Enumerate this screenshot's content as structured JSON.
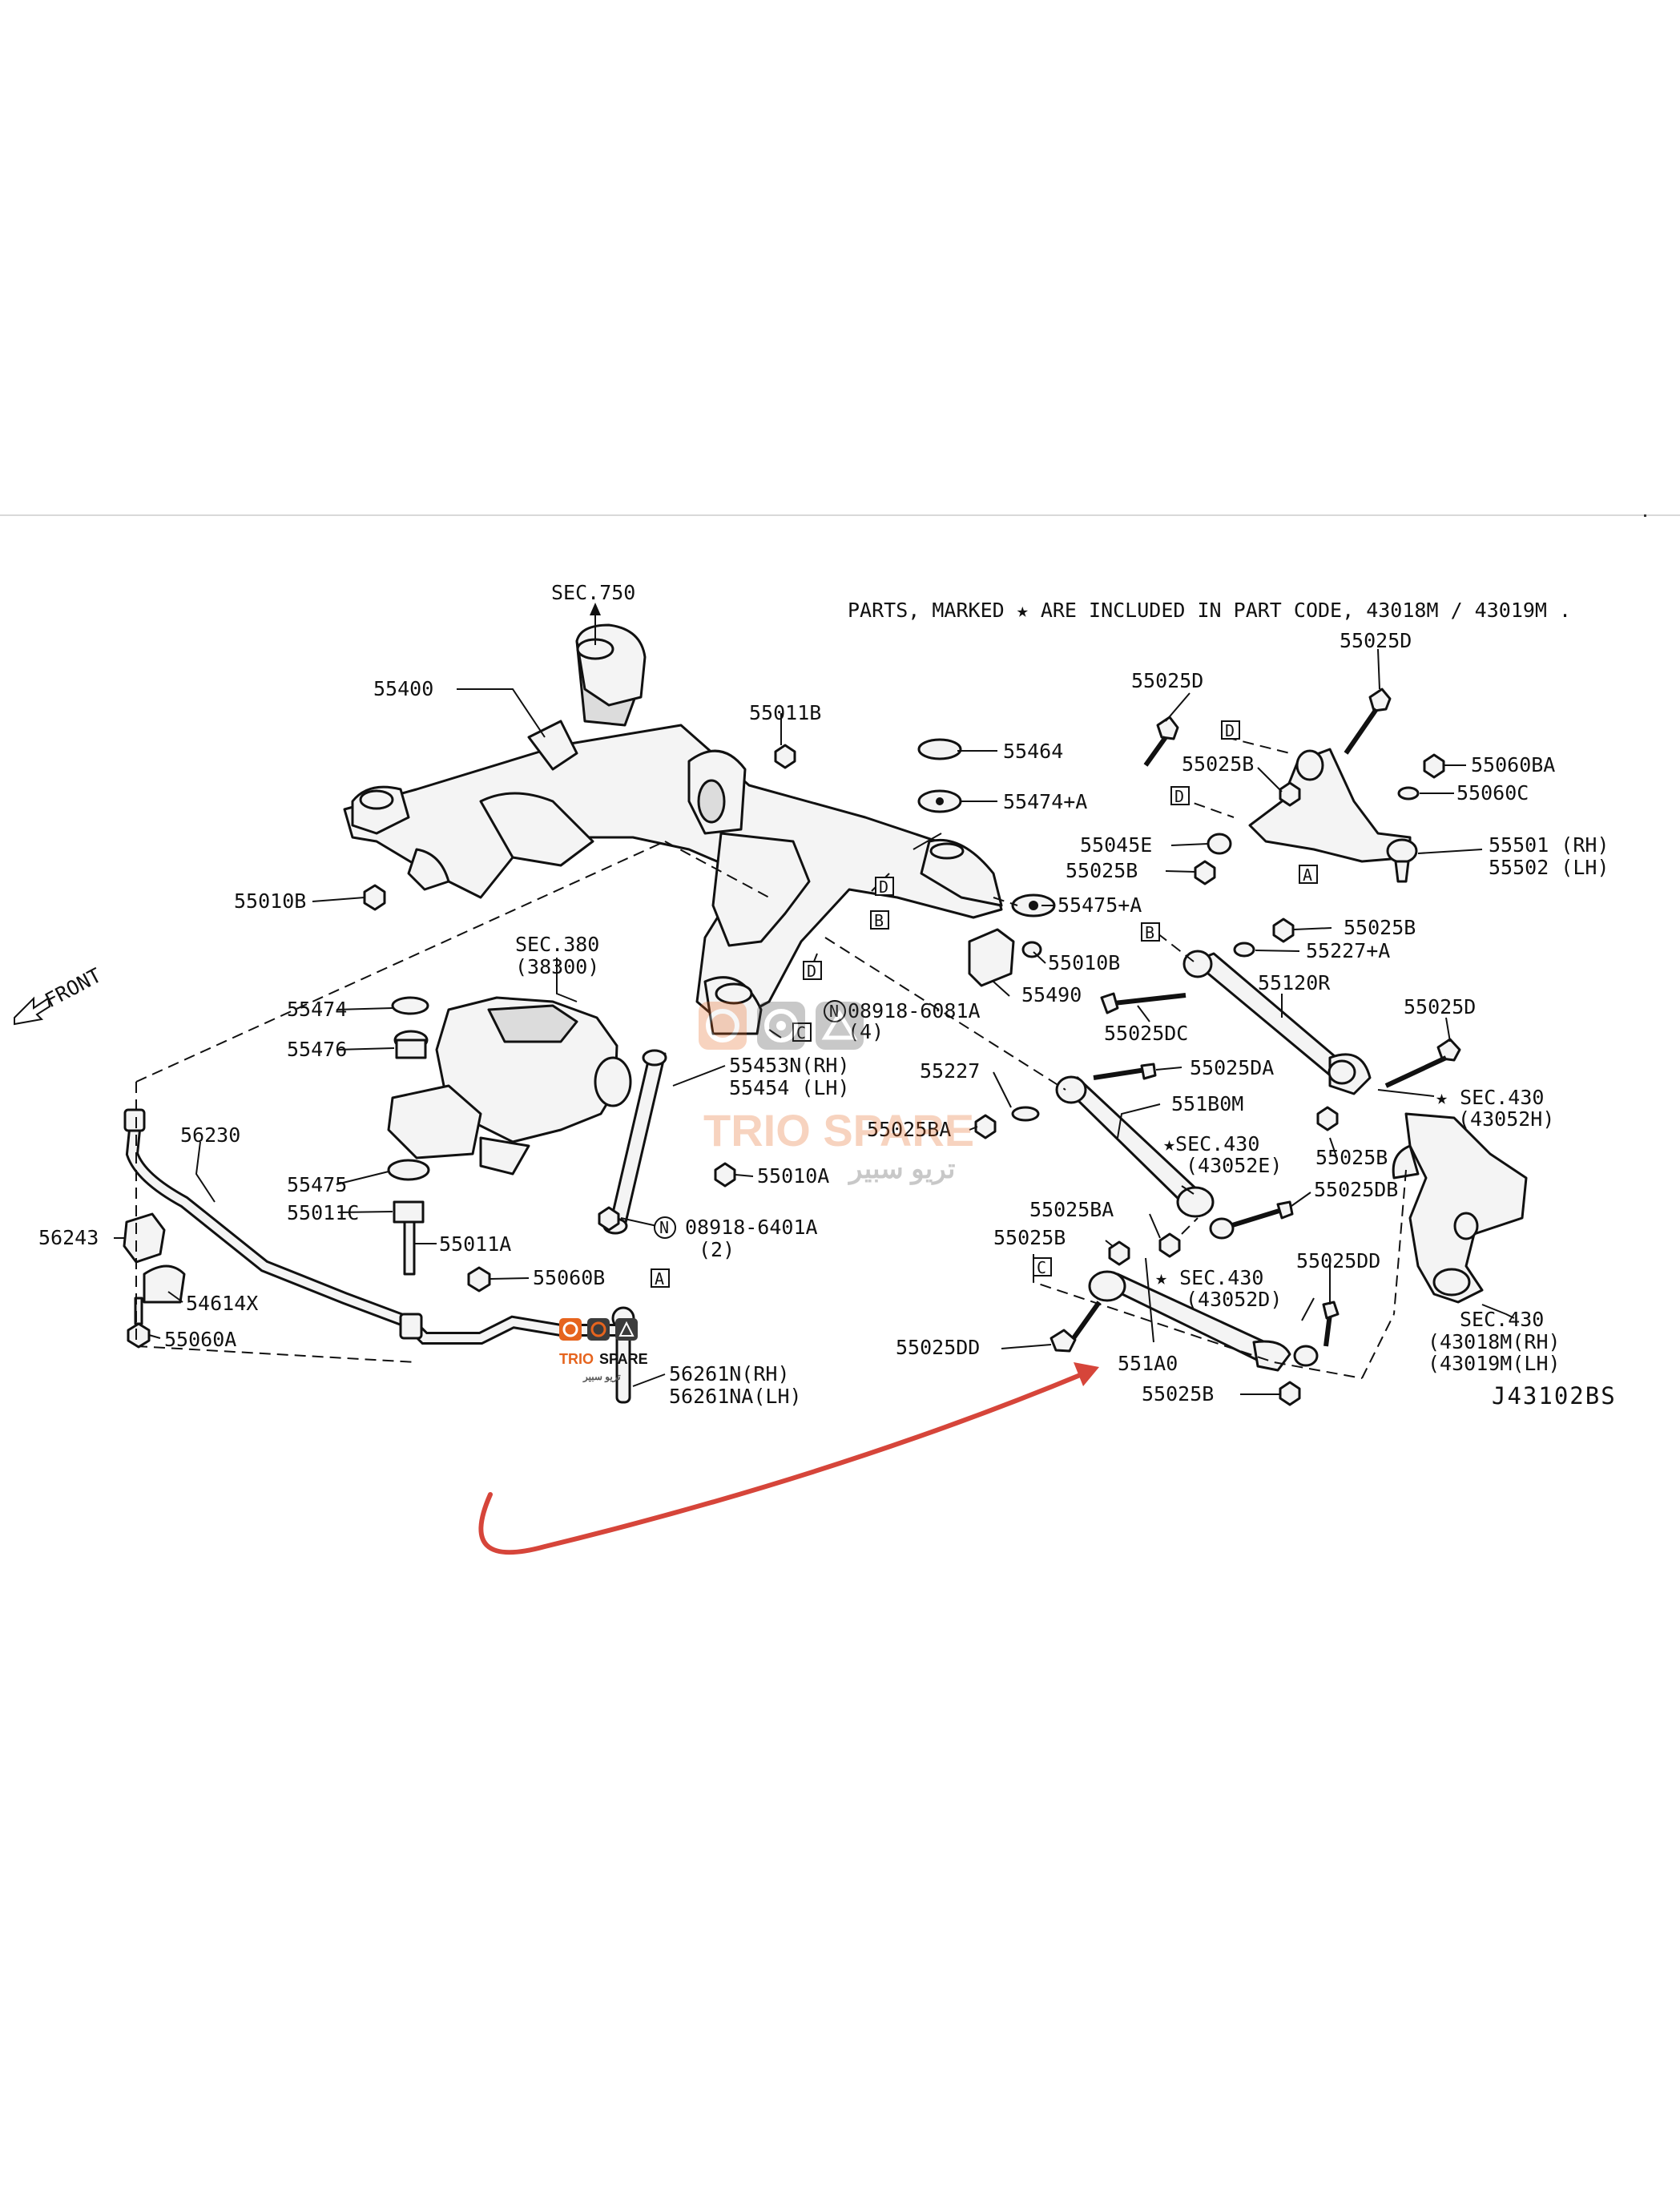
{
  "header_note": "PARTS, MARKED ★ ARE INCLUDED IN PART CODE, 43018M / 43019M .",
  "diagram_code": "J43102BS",
  "front_label": "FRONT",
  "watermark": {
    "brand": "TRIO SPARE",
    "arabic": "تريو سبير",
    "primary_color": "#e6641e",
    "secondary_color": "#3c3c3c"
  },
  "annotation": {
    "type": "curved-arrow",
    "color": "#d6453a"
  },
  "ref_boxes": {
    "a": "A",
    "b": "B",
    "c": "C",
    "d": "D"
  },
  "labels": {
    "sec750": "SEC.750",
    "p55400": "55400",
    "p55011b": "55011B",
    "p55464": "55464",
    "p55474a": "55474+A",
    "p55010b_left": "55010B",
    "sec380": "SEC.380",
    "sec380_sub": "(38300)",
    "p55474": "55474",
    "p55476": "55476",
    "p55475": "55475",
    "p55011c": "55011C",
    "p55011a": "55011A",
    "p56230": "56230",
    "p56243": "56243",
    "p54614x": "54614X",
    "p55060a": "55060A",
    "p55060b": "55060B",
    "p56261n": "56261N(RH)",
    "p56261na": "56261NA(LH)",
    "p55453n": "55453N(RH)",
    "p55454": "55454  (LH)",
    "p55010a": "55010A",
    "n08918_6401a": "08918-6401A",
    "n08918_6401a_qty": "(2)",
    "n08918_6081a": "08918-6081A",
    "n08918_6081a_qty": "(4)",
    "p55475a": "55475+A",
    "p55010b_right": "55010B",
    "p55490": "55490",
    "p55227": "55227",
    "p55025ba_mid": "55025BA",
    "p55025d_top": "55025D",
    "p55025d_left": "55025D",
    "p55025b_arm": "55025B",
    "p55060ba": "55060BA",
    "p55060c": "55060C",
    "p55045e": "55045E",
    "p55025b_arm2": "55025B",
    "p55501": "55501 (RH)",
    "p55502": "55502 (LH)",
    "p55025b_r1": "55025B",
    "p55227a": "55227+A",
    "p55120r": "55120R",
    "p55025dc": "55025DC",
    "p55025d_r": "55025D",
    "sec430_h": "★ SEC.430",
    "sec430_h_sub": "(43052H)",
    "p55025da": "55025DA",
    "p551b0m": "551B0M",
    "sec430_e": "★SEC.430",
    "sec430_e_sub": "(43052E)",
    "p55025b_r2": "55025B",
    "p55025db": "55025DB",
    "p55025ba_low": "55025BA",
    "p55025b_low": "55025B",
    "sec430_d": "★ SEC.430",
    "sec430_d_sub": "(43052D)",
    "p55025dd_r": "55025DD",
    "p55025dd_l": "55025DD",
    "p551a0": "551A0",
    "p55025b_bottom": "55025B",
    "sec430_k": "SEC.430",
    "sec430_k_rh": "(43018M(RH)",
    "sec430_k_lh": "(43019M(LH)"
  }
}
